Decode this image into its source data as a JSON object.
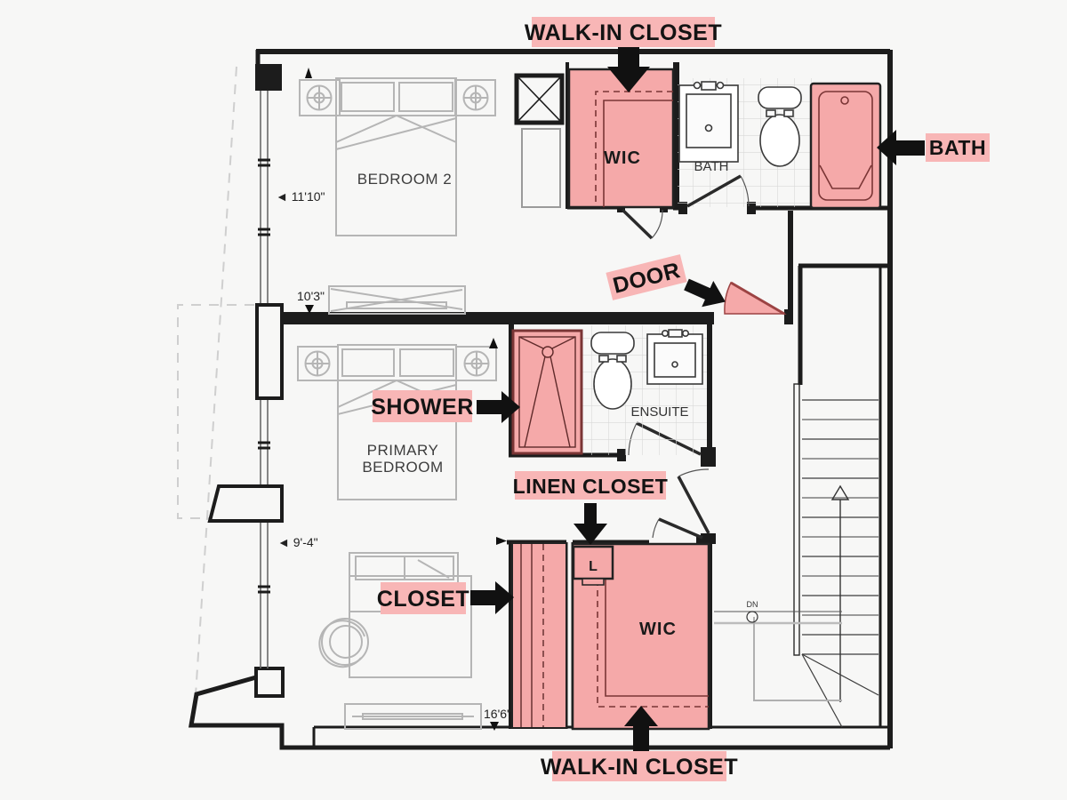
{
  "title": "Upper floor plan with highlighted storage and bath features",
  "colors": {
    "background": "#f7f7f6",
    "highlight_fill": "#f5a9a9",
    "label_background": "#f8b6b6",
    "wall": "#1c1c1c",
    "furniture_gray": "#b5b5b5",
    "fixture_red": "#7a3535",
    "annotation_text": "#131313"
  },
  "labels": {
    "top_wic": "WALK-IN CLOSET",
    "bath": "BATH",
    "door": "DOOR",
    "shower": "SHOWER",
    "linen": "LINEN CLOSET",
    "closet": "CLOSET",
    "bottom_wic": "WALK-IN CLOSET"
  },
  "rooms": {
    "bedroom2": "BEDROOM 2",
    "primary_line1": "PRIMARY",
    "primary_line2": "BEDROOM",
    "bath": "BATH",
    "ensuite": "ENSUITE",
    "wic_top": "WIC",
    "wic_bottom": "WIC",
    "linen": "L"
  },
  "dims": {
    "bedroom2_width": "◄ 11'10\"",
    "bedroom2_depth": "10'3\"",
    "primary_width": "◄ 9'-4\"",
    "primary_depth": "16'6\"",
    "down": "DN"
  }
}
